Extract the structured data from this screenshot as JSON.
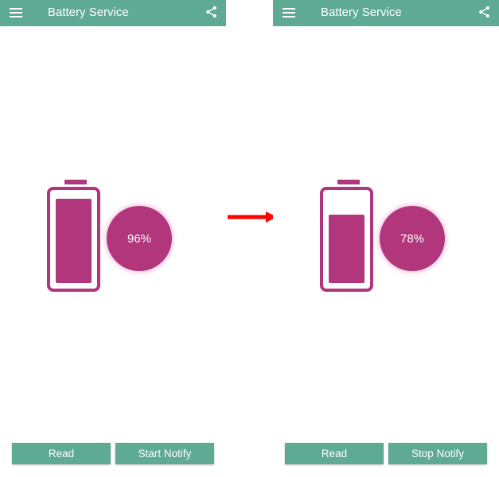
{
  "colors": {
    "app_bar": "#5faa92",
    "battery": "#b1367c",
    "button": "#5faa92",
    "arrow": "#ff0000"
  },
  "before": {
    "app_bar": {
      "title": "Battery Service",
      "menu_icon": "hamburger-menu-icon",
      "share_icon": "share-icon"
    },
    "battery_level": 0.96,
    "percent_label": "96%",
    "buttons": {
      "read_label": "Read",
      "notify_label": "Start Notify"
    }
  },
  "after": {
    "app_bar": {
      "title": "Battery Service",
      "menu_icon": "hamburger-menu-icon",
      "share_icon": "share-icon"
    },
    "battery_level": 0.78,
    "percent_label": "78%",
    "buttons": {
      "read_label": "Read",
      "notify_label": "Stop Notify"
    }
  },
  "transition_icon": "right-arrow-icon"
}
